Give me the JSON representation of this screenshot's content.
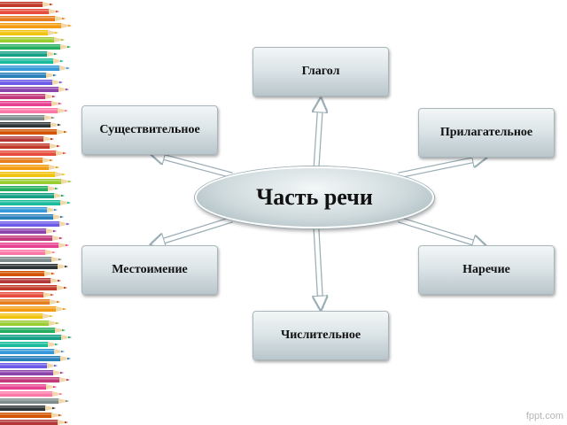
{
  "center": {
    "label": "Часть речи"
  },
  "nodes": {
    "verb": "Глагол",
    "noun": "Существительное",
    "adjective": "Прилагательное",
    "pronoun": "Местоимение",
    "adverb": "Наречие",
    "numeral": "Числительное"
  },
  "watermark": "fppt.com",
  "colors": {
    "arrow_fill": "#ffffff",
    "arrow_outline": "#9aaeb6",
    "box_top": "#f2f6f7",
    "box_bottom": "#b9c6cb"
  },
  "decoration": {
    "pencil_colors": [
      "#c0392b",
      "#e74c3c",
      "#e67e22",
      "#f39c12",
      "#f1c40f",
      "#9acd32",
      "#27ae60",
      "#16a085",
      "#1abc9c",
      "#3498db",
      "#2980b9",
      "#6c5ce7",
      "#8e44ad",
      "#c0397a",
      "#e84393",
      "#fd79a8",
      "#7f8c8d",
      "#2d3436",
      "#d35400",
      "#b33939"
    ]
  }
}
